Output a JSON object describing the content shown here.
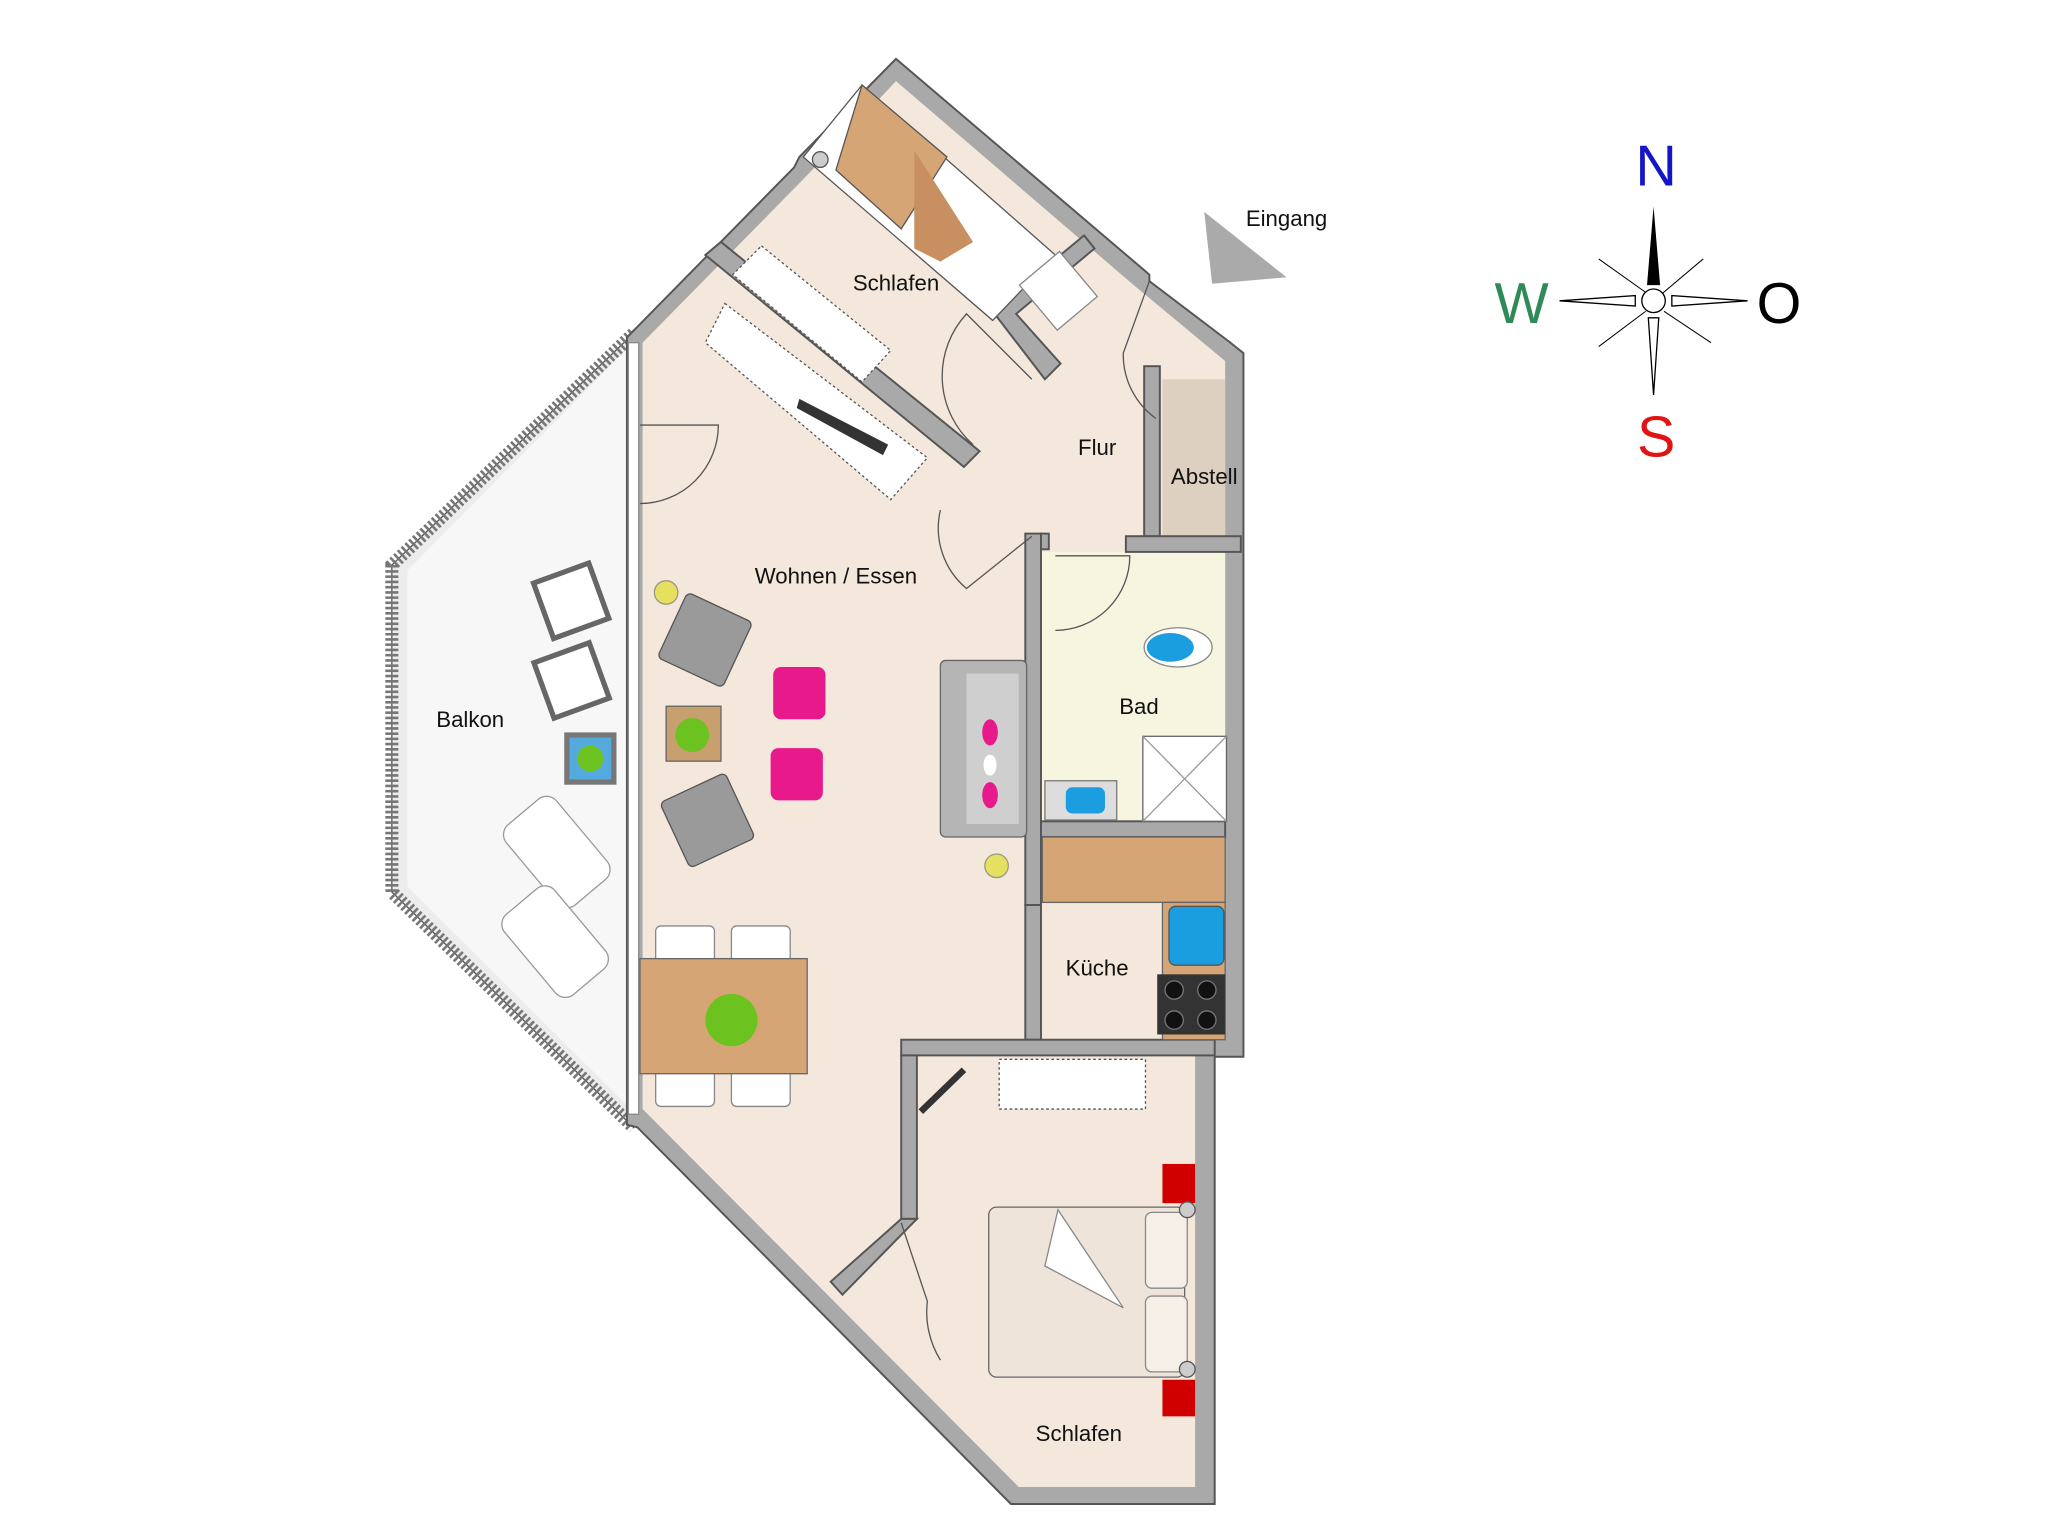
{
  "rooms": {
    "schlafen_north": "Schlafen",
    "flur": "Flur",
    "abstell": "Abstell",
    "wohnen_essen": "Wohnen / Essen",
    "bad": "Bad",
    "balkon": "Balkon",
    "kueche": "Küche",
    "schlafen_south": "Schlafen"
  },
  "entrance": {
    "label": "Eingang"
  },
  "compass": {
    "north": "N",
    "west": "W",
    "east": "O",
    "south": "S",
    "colors": {
      "north": "#1414c8",
      "west": "#2e8b57",
      "east": "#000000",
      "south": "#e01414"
    }
  },
  "colors": {
    "floor": "#f4e8dc",
    "wall": "#a9a9a9",
    "accent_pink": "#e8198a",
    "plant": "#6cc21e",
    "wood": "#d6a575"
  }
}
